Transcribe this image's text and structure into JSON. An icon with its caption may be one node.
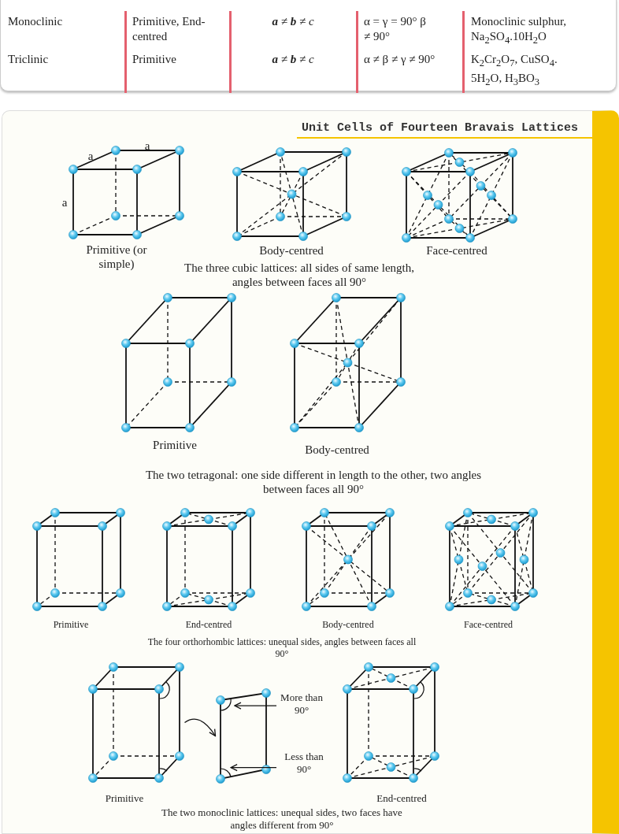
{
  "diagram": {
    "title": "Unit Cells of Fourteen Bravais Lattices",
    "nodes": [
      {
        "text": [
          "More than 90°"
        ]
      },
      {
        "text": [
          "Less than 90°"
        ]
      },
      {
        "text": [],
        "shape": "picture"
      },
      {
        "text": [],
        "shape": "picture"
      }
    ],
    "edges": [
      {
        "from": 0,
        "to": 3,
        "arrow": "to"
      },
      {
        "from": 1,
        "to": 3,
        "arrow": "to"
      },
      {
        "from": 2,
        "to": 3,
        "arrow": "to"
      }
    ],
    "labels": [
      "Monoclinic",
      "Primitive, End-centred",
      "**a** ≠ **b** ≠ *c*",
      "α = γ = 90° β ≠ 90°",
      "Monoclinic sulphur, Na$_{2}$SO$_{4}$.10H$_{2}$O",
      "Triclinic",
      "Primitive",
      "**a** ≠ **b** ≠ *c*",
      "α ≠ β ≠ γ ≠ 90°",
      "K$_{2}$Cr$_{2}$O$_{7}$, CuSO$_{4}$. 5H$_{2}$O, H$_{3}$BO$_{3}$",
      "a",
      "a",
      "a",
      "Primitive (or simple)",
      "Body-centred",
      "Face-centred",
      "The three cubic lattices: all sides of same length, angles between faces all 90°",
      "Primitive",
      "Body-centred",
      "The two tetragonal: one side different in length to the other, two angles between faces all 90°",
      "Primitive",
      "End-centred",
      "Body-centred",
      "Face-centred",
      "The four orthorhombic lattices: unequal sides, angles between faces all 90°",
      "Primitive",
      "End-centred",
      "The two monoclinic lattices: unequal sides, two faces have angles different from 90°"
    ]
  }
}
